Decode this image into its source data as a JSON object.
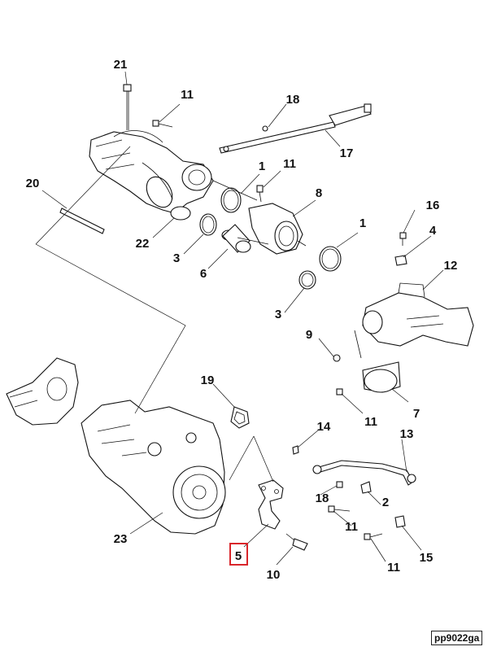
{
  "callouts": {
    "c21": "21",
    "c11a": "11",
    "c18a": "18",
    "c17": "17",
    "c20": "20",
    "c1a": "1",
    "c11b": "11",
    "c8": "8",
    "c22": "22",
    "c3a": "3",
    "c6": "6",
    "c16": "16",
    "c1b": "1",
    "c4": "4",
    "c12": "12",
    "c3b": "3",
    "c9": "9",
    "c19": "19",
    "c7": "7",
    "c11c": "11",
    "c14": "14",
    "c13": "13",
    "c18b": "18",
    "c2": "2",
    "c11d": "11",
    "c15": "15",
    "c23": "23",
    "c5": "5",
    "c10": "10",
    "c11e": "11"
  },
  "highlighted_callout": "5",
  "highlight_color": "#d9262b",
  "reference_code": "pp9022ga"
}
